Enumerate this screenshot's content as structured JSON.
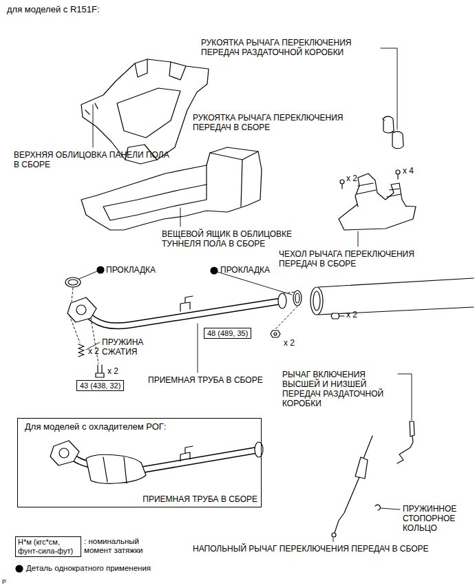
{
  "diagram": {
    "title": "для моделей с R151F:",
    "nodes": [
      {
        "text": [
          "48 (489, 35)"
        ]
      },
      {
        "text": [
          "43 (438, 32)"
        ]
      },
      {
        "text": [
          "Для моделей с охладителем РОГ:",
          "ПРИЕМНАЯ ТРУБА В СБОРЕ"
        ]
      },
      {
        "text": [
          "Н*м (кгс*см, фунт-сила-фут)"
        ]
      }
    ],
    "labels": [
      "РУКОЯТКА РЫЧАГА ПЕРЕКЛЮЧЕНИЯ ПЕРЕДАЧ РАЗДАТОЧНОЙ КОРОБКИ",
      "РУКОЯТКА РЫЧАГА ПЕРЕКЛЮЧЕНИЯ ПЕРЕДАЧ В СБОРЕ",
      "ВЕРХНЯЯ ОБЛИЦОВКА ПАНЕЛИ ПОЛА В СБОРЕ",
      "x 2",
      "x 4",
      "ВЕЩЕВОЙ ЯЩИК В ОБЛИЦОВКЕ ТУННЕЛЯ ПОЛА В СБОРЕ",
      "ЧЕХОЛ РЫЧАГА ПЕРЕКЛЮЧЕНИЯ ПЕРЕДАЧ В СБОРЕ",
      "ПРОКЛАДКА",
      "ПРОКЛАДКА",
      "x 2",
      "ПРУЖИНА СЖАТИЯ",
      "x 2",
      "x 2",
      "x 2",
      "ПРИЕМНАЯ ТРУБА В СБОРЕ",
      "РЫЧАГ ВКЛЮЧЕНИЯ ВЫСШЕЙ И НИЗШЕЙ ПЕРЕДАЧ РАЗДАТОЧНОЙ КОРОБКИ",
      "ПРУЖИННОЕ СТОПОРНОЕ КОЛЬЦО",
      "НАПОЛЬНЫЙ РЫЧАГ ПЕРЕКЛЮЧЕНИЯ ПЕРЕДАЧ В СБОРЕ",
      "P"
    ],
    "legend": [
      {
        "text": ": номинальный момент затяжки"
      },
      {
        "text": "Деталь однократного применения"
      }
    ]
  }
}
